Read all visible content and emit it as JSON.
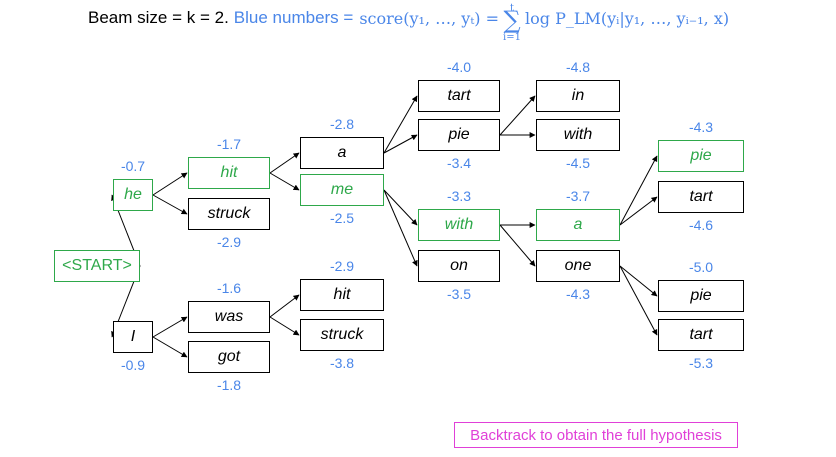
{
  "header": {
    "prefix": "Beam size = k = 2.",
    "blue_text": "Blue numbers =",
    "formula_lhs": "score(y₁, …, yₜ) =",
    "sum_symbol": "∑",
    "sum_upper": "t",
    "sum_lower": "i=1",
    "formula_rhs": "log P_LM(yᵢ|y₁, …, yᵢ₋₁, x)"
  },
  "nodes": [
    {
      "id": "start",
      "label": "<START>",
      "green": true
    },
    {
      "id": "he",
      "label": "he",
      "green": true
    },
    {
      "id": "I",
      "label": "I",
      "green": false
    },
    {
      "id": "hit1",
      "label": "hit",
      "green": true
    },
    {
      "id": "struck1",
      "label": "struck",
      "green": false
    },
    {
      "id": "was",
      "label": "was",
      "green": false
    },
    {
      "id": "got",
      "label": "got",
      "green": false
    },
    {
      "id": "a1",
      "label": "a",
      "green": false
    },
    {
      "id": "me",
      "label": "me",
      "green": true
    },
    {
      "id": "hit2",
      "label": "hit",
      "green": false
    },
    {
      "id": "struck2",
      "label": "struck",
      "green": false
    },
    {
      "id": "tart1",
      "label": "tart",
      "green": false
    },
    {
      "id": "pie1",
      "label": "pie",
      "green": false
    },
    {
      "id": "with1",
      "label": "with",
      "green": true
    },
    {
      "id": "on",
      "label": "on",
      "green": false
    },
    {
      "id": "in",
      "label": "in",
      "green": false
    },
    {
      "id": "with2",
      "label": "with",
      "green": false
    },
    {
      "id": "a2",
      "label": "a",
      "green": true
    },
    {
      "id": "one",
      "label": "one",
      "green": false
    },
    {
      "id": "pie2",
      "label": "pie",
      "green": true
    },
    {
      "id": "tart2",
      "label": "tart",
      "green": false
    },
    {
      "id": "pie3",
      "label": "pie",
      "green": false
    },
    {
      "id": "tart3",
      "label": "tart",
      "green": false
    }
  ],
  "scores": [
    {
      "node": "he",
      "value": "-0.7"
    },
    {
      "node": "I",
      "value": "-0.9"
    },
    {
      "node": "hit1",
      "value": "-1.7"
    },
    {
      "node": "struck1",
      "value": "-2.9"
    },
    {
      "node": "was",
      "value": "-1.6"
    },
    {
      "node": "got",
      "value": "-1.8"
    },
    {
      "node": "a1",
      "value": "-2.8"
    },
    {
      "node": "me",
      "value": "-2.5"
    },
    {
      "node": "hit2",
      "value": "-2.9"
    },
    {
      "node": "struck2",
      "value": "-3.8"
    },
    {
      "node": "tart1",
      "value": "-4.0"
    },
    {
      "node": "pie1",
      "value": "-3.4"
    },
    {
      "node": "with1",
      "value": "-3.3"
    },
    {
      "node": "on",
      "value": "-3.5"
    },
    {
      "node": "in",
      "value": "-4.8"
    },
    {
      "node": "with2",
      "value": "-4.5"
    },
    {
      "node": "a2",
      "value": "-3.7"
    },
    {
      "node": "one",
      "value": "-4.3"
    },
    {
      "node": "pie2",
      "value": "-4.3"
    },
    {
      "node": "tart2",
      "value": "-4.6"
    },
    {
      "node": "pie3",
      "value": "-5.0"
    },
    {
      "node": "tart3",
      "value": "-5.3"
    }
  ],
  "edges": [
    [
      "start",
      "he"
    ],
    [
      "start",
      "I"
    ],
    [
      "he",
      "hit1"
    ],
    [
      "he",
      "struck1"
    ],
    [
      "I",
      "was"
    ],
    [
      "I",
      "got"
    ],
    [
      "hit1",
      "a1"
    ],
    [
      "hit1",
      "me"
    ],
    [
      "was",
      "hit2"
    ],
    [
      "was",
      "struck2"
    ],
    [
      "a1",
      "tart1"
    ],
    [
      "a1",
      "pie1"
    ],
    [
      "me",
      "with1"
    ],
    [
      "me",
      "on"
    ],
    [
      "pie1",
      "in"
    ],
    [
      "pie1",
      "with2"
    ],
    [
      "with1",
      "a2"
    ],
    [
      "with1",
      "one"
    ],
    [
      "a2",
      "pie2"
    ],
    [
      "a2",
      "tart2"
    ],
    [
      "one",
      "pie3"
    ],
    [
      "one",
      "tart3"
    ]
  ],
  "backtrack_label": "Backtrack to obtain the full hypothesis",
  "colors": {
    "green": "#2ea84a",
    "blue": "#4a86e8",
    "magenta": "#e040d8"
  }
}
